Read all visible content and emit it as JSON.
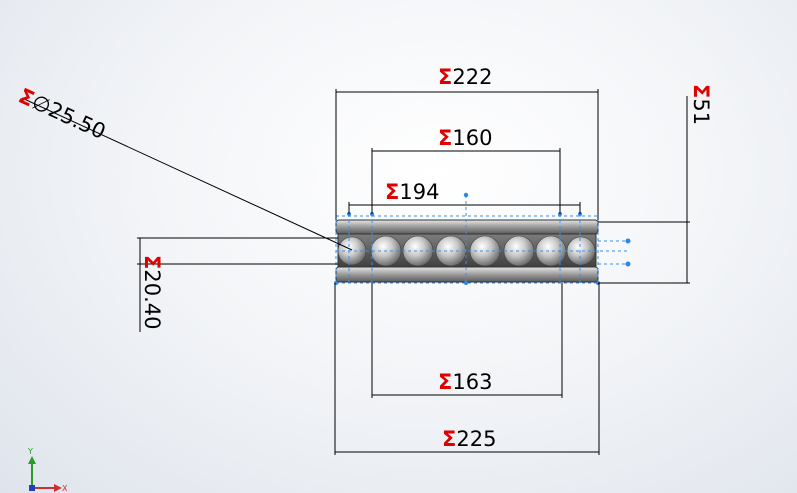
{
  "dimensions": {
    "outer_diameter": "222",
    "inner_diameter": "160",
    "pitch_diameter": "194",
    "ball_diameter": "25.50",
    "height": "51",
    "race_height": "20.40",
    "bore_diameter": "163",
    "housing_diameter": "225"
  },
  "symbols": {
    "driven": "Σ",
    "diameter": "∅"
  },
  "triad": {
    "y_label": "Y",
    "x_label": "X"
  },
  "colors": {
    "driven_symbol": "#e00000",
    "selection": "#2f86e6",
    "dimension_line": "#000000"
  }
}
